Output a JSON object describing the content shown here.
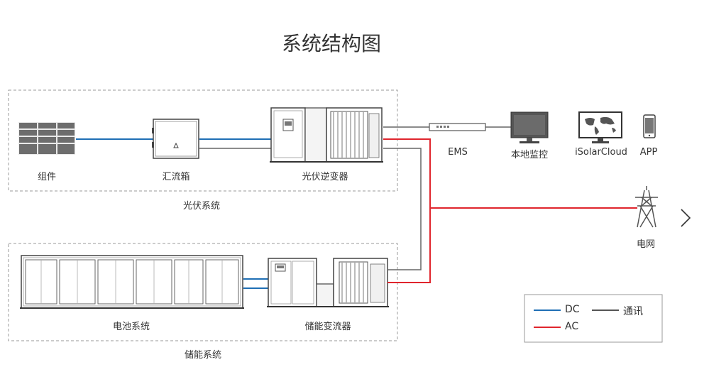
{
  "title": "系统结构图",
  "components": {
    "modules": "组件",
    "combiner_box": "汇流箱",
    "pv_inverter": "光伏逆变器",
    "pv_system": "光伏系统",
    "ems": "EMS",
    "local_monitor": "本地监控",
    "isolarcloud": "iSolarCloud",
    "app": "APP",
    "grid": "电网",
    "battery_system": "电池系统",
    "pcs": "储能变流器",
    "storage_system": "储能系统"
  },
  "legend": {
    "dc": "DC",
    "ac": "AC",
    "comm": "通讯"
  },
  "colors": {
    "dc": "#1f6fb5",
    "ac": "#e0252d",
    "comm": "#666666",
    "dashed_border": "#999999"
  }
}
